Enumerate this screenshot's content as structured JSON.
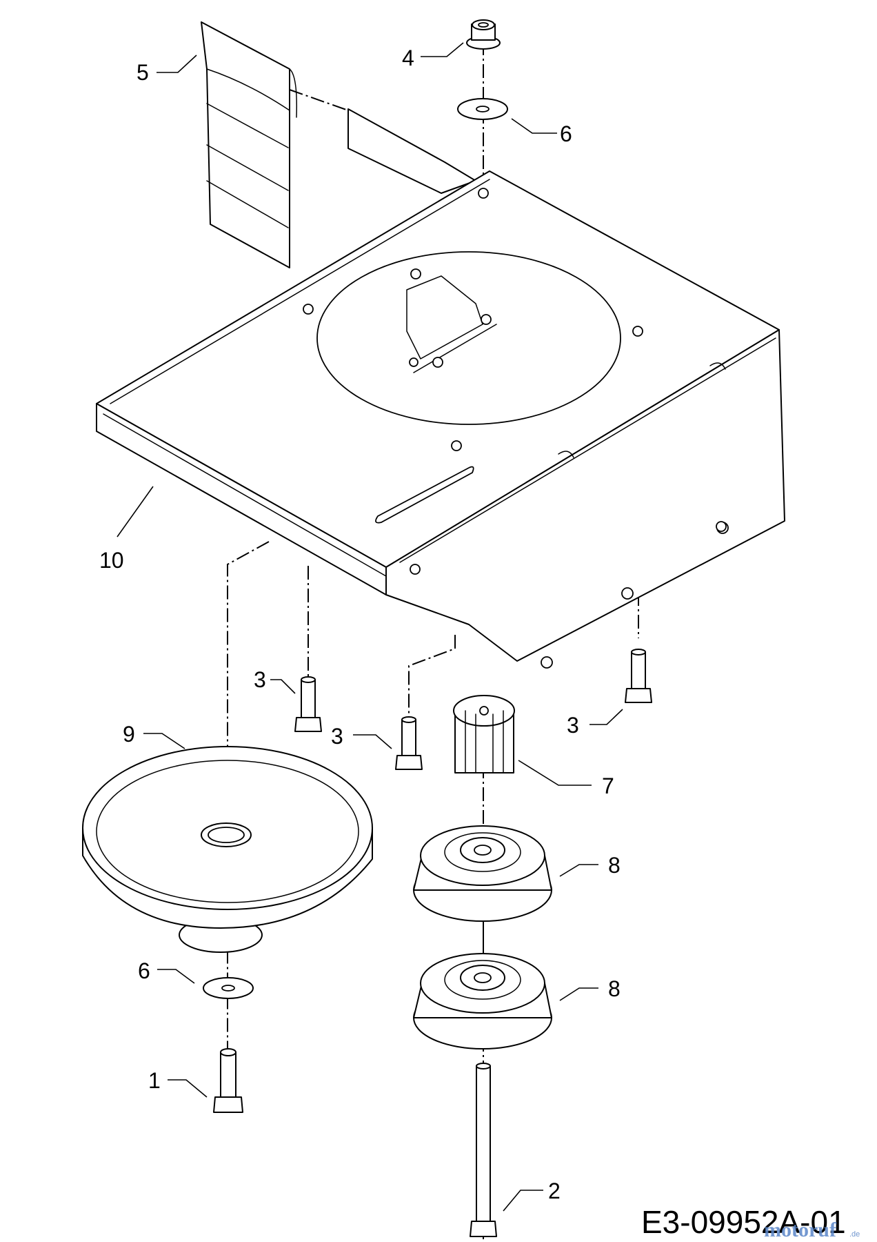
{
  "diagram": {
    "code": "E3-09952A-01",
    "watermark": "motoruf",
    "watermark_suffix": ".de",
    "callouts": [
      "1",
      "2",
      "3",
      "3",
      "3",
      "4",
      "5",
      "6",
      "6",
      "7",
      "8",
      "8",
      "9",
      "10"
    ]
  },
  "colors": {
    "line": "#000000",
    "background": "#ffffff",
    "watermark": "#5a86c8"
  }
}
